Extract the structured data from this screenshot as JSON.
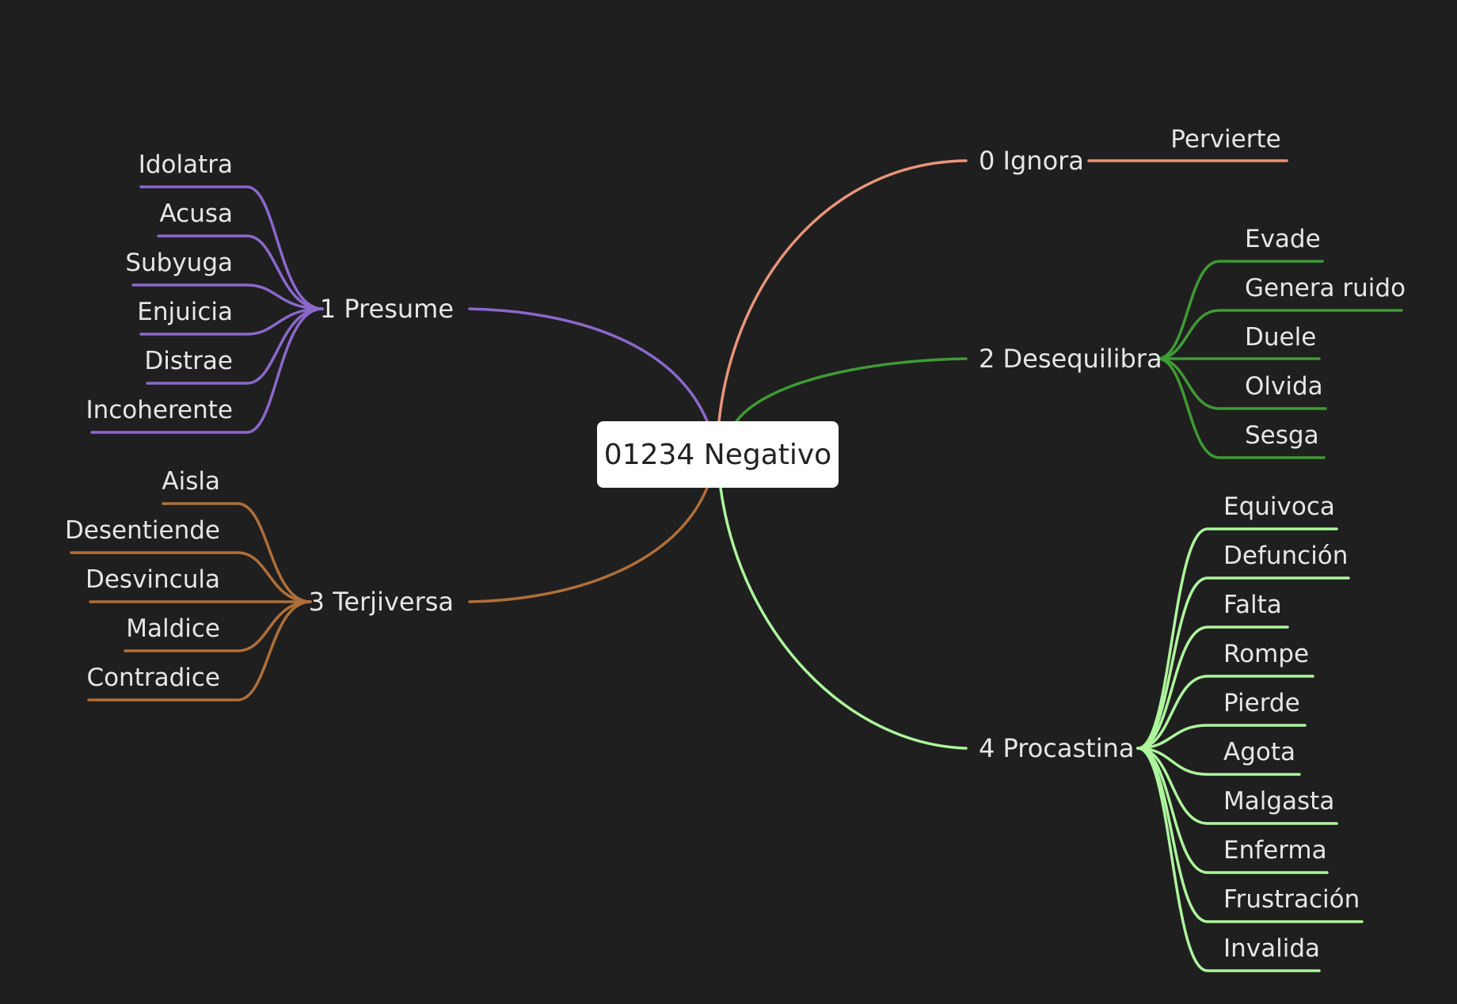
{
  "root": {
    "label": "01234 Negativo"
  },
  "colors": {
    "background": "#1f1f1f",
    "ignora": "#e9957a",
    "presume": "#8b68cc",
    "desequilibra": "#3f9a35",
    "terjiversa": "#b06f3a",
    "procastina": "#aef59d"
  },
  "branches": {
    "ignora": {
      "label": "0 Ignora",
      "children": [
        "Pervierte"
      ]
    },
    "presume": {
      "label": "1 Presume",
      "children": [
        "Idolatra",
        "Acusa",
        "Subyuga",
        "Enjuicia",
        "Distrae",
        "Incoherente"
      ]
    },
    "desequilibra": {
      "label": "2 Desequilibra",
      "children": [
        "Evade",
        "Genera ruido",
        "Duele",
        "Olvida",
        "Sesga"
      ]
    },
    "terjiversa": {
      "label": "3 Terjiversa",
      "children": [
        "Aisla",
        "Desentiende",
        "Desvincula",
        "Maldice",
        "Contradice"
      ]
    },
    "procastina": {
      "label": "4 Procastina",
      "children": [
        "Equivoca",
        "Defunción",
        "Falta",
        "Rompe",
        "Pierde",
        "Agota",
        "Malgasta",
        "Enferma",
        "Frustración",
        "Invalida"
      ]
    }
  }
}
